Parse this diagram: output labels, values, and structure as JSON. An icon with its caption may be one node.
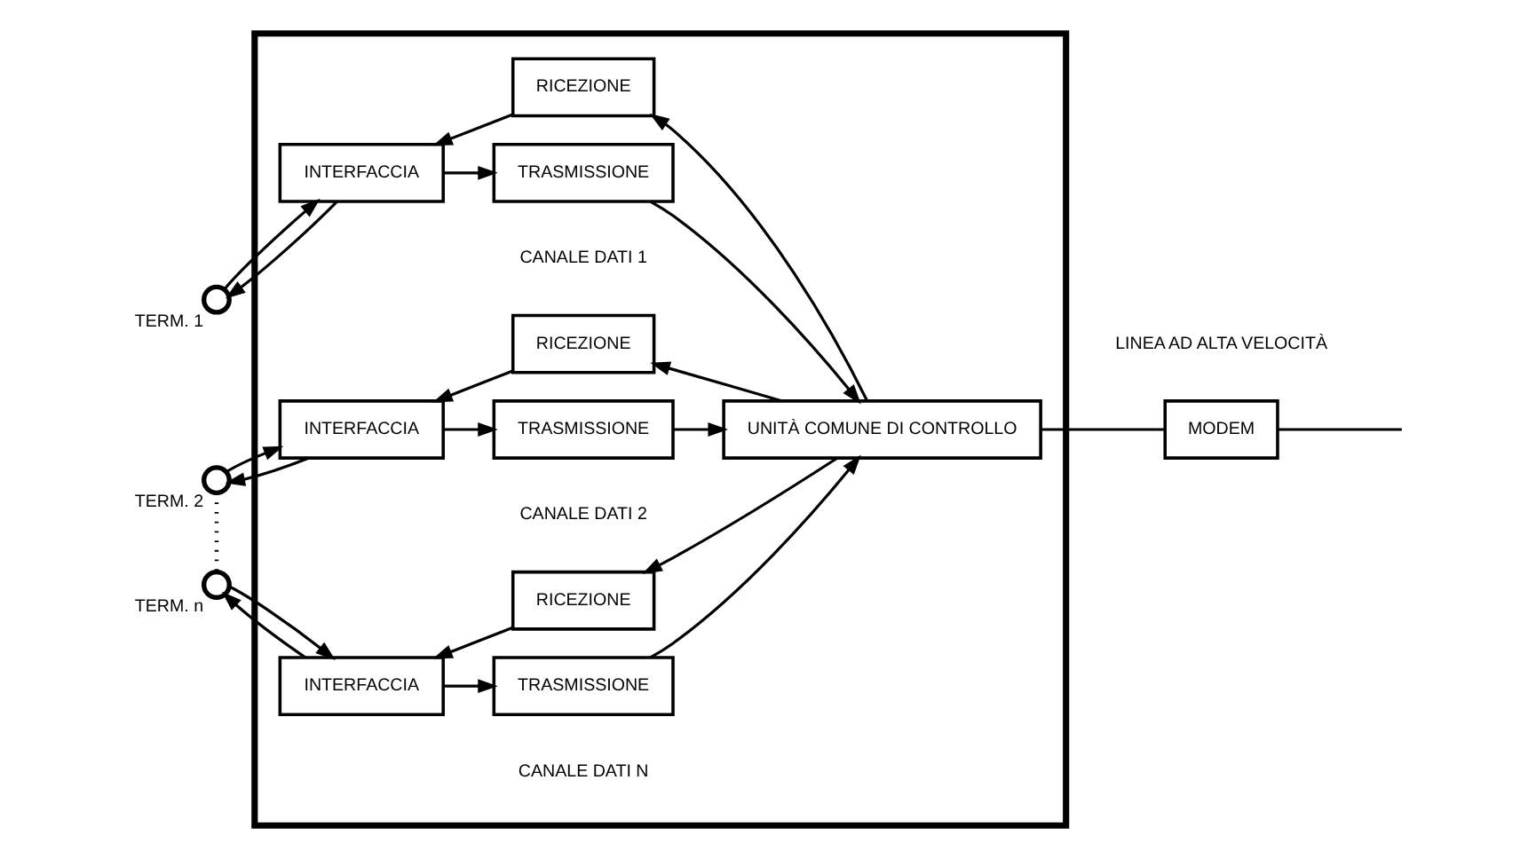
{
  "diagram": {
    "nodes": [
      {
        "text": [],
        "shape": "box"
      },
      {
        "text": [],
        "shape": "circle",
        "beside": [
          "TERM. 1"
        ]
      },
      {
        "text": [
          "INTERFACCIA"
        ],
        "in": 0
      },
      {
        "text": [
          "RICEZIONE"
        ],
        "in": 0
      },
      {
        "text": [
          "TRASMISSIONE"
        ],
        "in": 0
      },
      {
        "text": [],
        "shape": "circle",
        "beside": [
          "TERM. 2"
        ]
      },
      {
        "text": [
          "INTERFACCIA"
        ],
        "in": 0
      },
      {
        "text": [
          "RICEZIONE"
        ],
        "in": 0
      },
      {
        "text": [
          "TRASMISSIONE"
        ],
        "in": 0
      },
      {
        "text": [],
        "shape": "circle",
        "beside": [
          "TERM. n"
        ]
      },
      {
        "text": [
          "INTERFACCIA"
        ],
        "in": 0
      },
      {
        "text": [
          "RICEZIONE"
        ],
        "in": 0
      },
      {
        "text": [
          "TRASMISSIONE"
        ],
        "in": 0
      },
      {
        "text": [
          "UNITÀ COMUNE DI CONTROLLO"
        ],
        "in": 0
      },
      {
        "text": [
          "MODEM"
        ]
      }
    ],
    "edges": [
      {
        "from": 2,
        "to": 1,
        "arrow": "to"
      },
      {
        "from": 1,
        "to": 2,
        "arrow": "to"
      },
      {
        "from": 3,
        "to": 2,
        "arrow": "to"
      },
      {
        "from": 2,
        "to": 4,
        "arrow": "to"
      },
      {
        "from": 6,
        "to": 5,
        "arrow": "to"
      },
      {
        "from": 5,
        "to": 6,
        "arrow": "to"
      },
      {
        "from": 7,
        "to": 6,
        "arrow": "to"
      },
      {
        "from": 6,
        "to": 8,
        "arrow": "to"
      },
      {
        "from": 5,
        "to": 9,
        "arrow": "none",
        "style": "dashed"
      },
      {
        "from": 10,
        "to": 9,
        "arrow": "to"
      },
      {
        "from": 9,
        "to": 10,
        "arrow": "to"
      },
      {
        "from": 11,
        "to": 10,
        "arrow": "to"
      },
      {
        "from": 10,
        "to": 12,
        "arrow": "to"
      },
      {
        "from": 13,
        "to": 3,
        "arrow": "to"
      },
      {
        "from": 4,
        "to": 13,
        "arrow": "to"
      },
      {
        "from": 13,
        "to": 7,
        "arrow": "to"
      },
      {
        "from": 8,
        "to": 13,
        "arrow": "to"
      },
      {
        "from": 13,
        "to": 11,
        "arrow": "to"
      },
      {
        "from": 12,
        "to": 13,
        "arrow": "to"
      },
      {
        "from": 13,
        "to": 14,
        "arrow": "none"
      },
      {
        "from": 14,
        "to": null,
        "arrow": "none"
      }
    ],
    "labels": [
      "CANALE DATI 1",
      "CANALE DATI 2",
      "CANALE DATI N",
      "LINEA AD ALTA VELOCITÀ"
    ]
  }
}
